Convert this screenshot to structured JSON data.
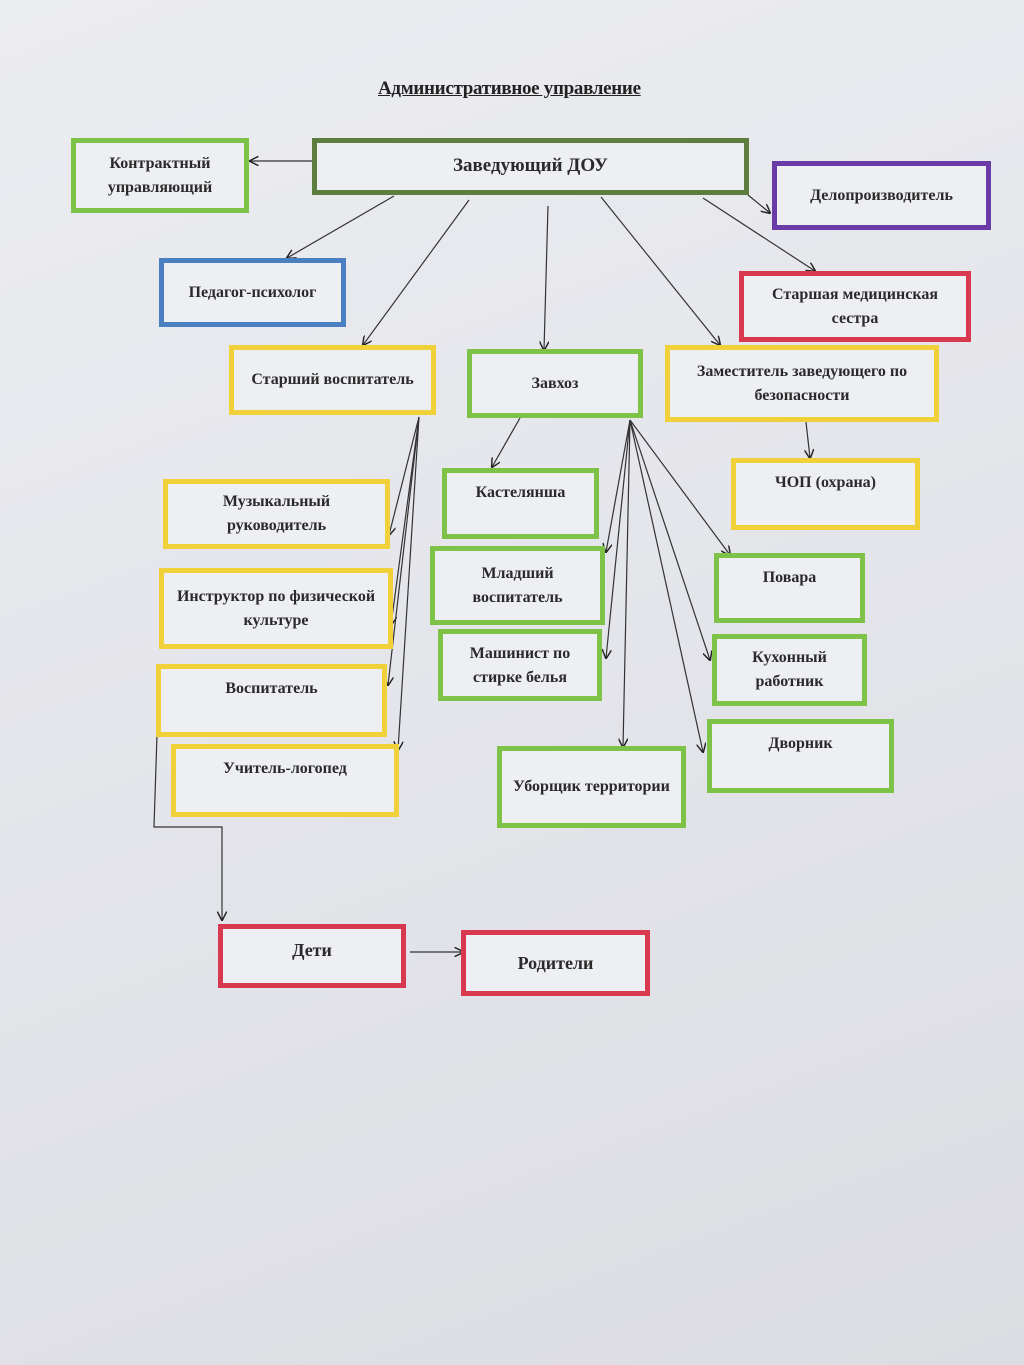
{
  "title": "Административное управление",
  "nodes": {
    "head": "Заведующий ДОУ",
    "contract_manager": "Контрактный управляющий",
    "clerk": "Делопроизводитель",
    "psychologist": "Педагог-психолог",
    "senior_nurse": "Старшая медицинская сестра",
    "senior_educator": "Старший воспитатель",
    "supply_manager": "Завхоз",
    "safety_deputy": "Заместитель заведующего по безопасности",
    "security": "ЧОП (охрана)",
    "music_director": "Музыкальный руководитель",
    "pe_instructor": "Инструктор по физической культуре",
    "educator": "Воспитатель",
    "speech_therapist": "Учитель-логопед",
    "linen_keeper": "Кастелянша",
    "junior_educator": "Младший воспитатель",
    "laundry_operator": "Машинист по стирке белья",
    "grounds_cleaner": "Уборщик территории",
    "cooks": "Повара",
    "kitchen_worker": "Кухонный работник",
    "janitor": "Дворник",
    "children": "Дети",
    "parents": "Родители"
  },
  "colors": {
    "green": "#7ec247",
    "dark_green": "#5d7e3e",
    "blue": "#4a7fc2",
    "purple": "#6a3aa6",
    "red": "#d8394f",
    "yellow": "#f0d13a"
  }
}
